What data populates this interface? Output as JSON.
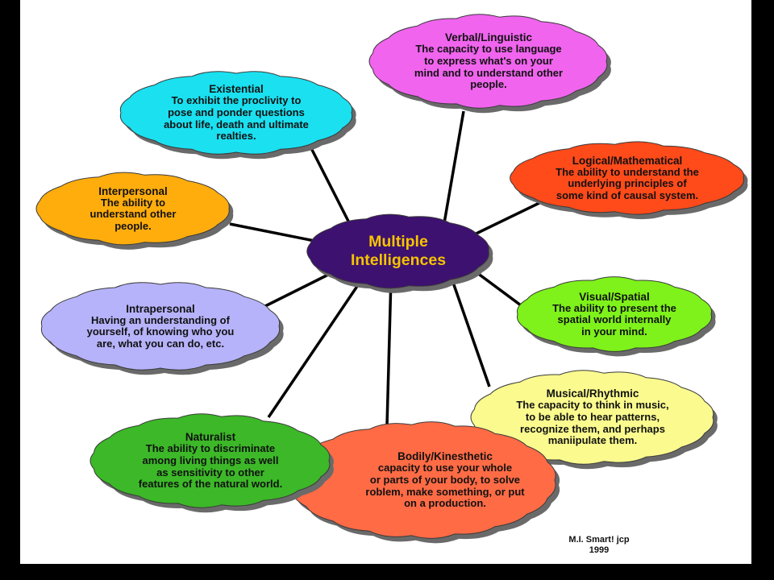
{
  "title": "Multiple\nIntelligences",
  "credit": "M.I. Smart! jcp\n1999",
  "colors": {
    "background": "#000000",
    "canvas": "#ffffff",
    "center": "#3d1170",
    "center_text": "#f6c400",
    "connector": "#000000"
  },
  "nodes": [
    {
      "id": "verbal",
      "title": "Verbal/Linguistic",
      "description": "The capacity to use language\nto express what's on your\nmind and to understand other\npeople.",
      "color": "#f064ee"
    },
    {
      "id": "existential",
      "title": "Existential",
      "description": "To exhibit the proclivity to\npose and ponder questions\nabout life, death and ultimate\nrealties.",
      "color": "#1ae0f0"
    },
    {
      "id": "logical",
      "title": "Logical/Mathematical",
      "description": "The ability to understand the\nunderlying principles of\nsome kind of causal system.",
      "color": "#ff4a1a"
    },
    {
      "id": "interpersonal",
      "title": "Interpersonal",
      "description": "The ability to\nunderstand other\npeople.",
      "color": "#ffad0d"
    },
    {
      "id": "intrapersonal",
      "title": "Intrapersonal",
      "description": "Having an understanding of\nyourself, of knowing who you\nare, what you can do, etc.",
      "color": "#b6b3fa"
    },
    {
      "id": "visual",
      "title": "Visual/Spatial",
      "description": "The ability to present the\nspatial world internally\nin your mind.",
      "color": "#7ef21a"
    },
    {
      "id": "musical",
      "title": "Musical/Rhythmic",
      "description": "The capacity to think in music,\nto be able to hear patterns,\nrecognize them, and perhaps\nmaniipulate them.",
      "color": "#fafa8e"
    },
    {
      "id": "bodily",
      "title": "Bodily/Kinesthetic",
      "description": "capacity to use your whole\nor parts of your body, to solve\nroblem, make something, or put\non a production.",
      "color": "#ff6b45"
    },
    {
      "id": "naturalist",
      "title": "Naturalist",
      "description": "The ability to discriminate\namong living things as well\nas sensitivity to other\nfeatures of the natural world.",
      "color": "#3cb828"
    }
  ]
}
